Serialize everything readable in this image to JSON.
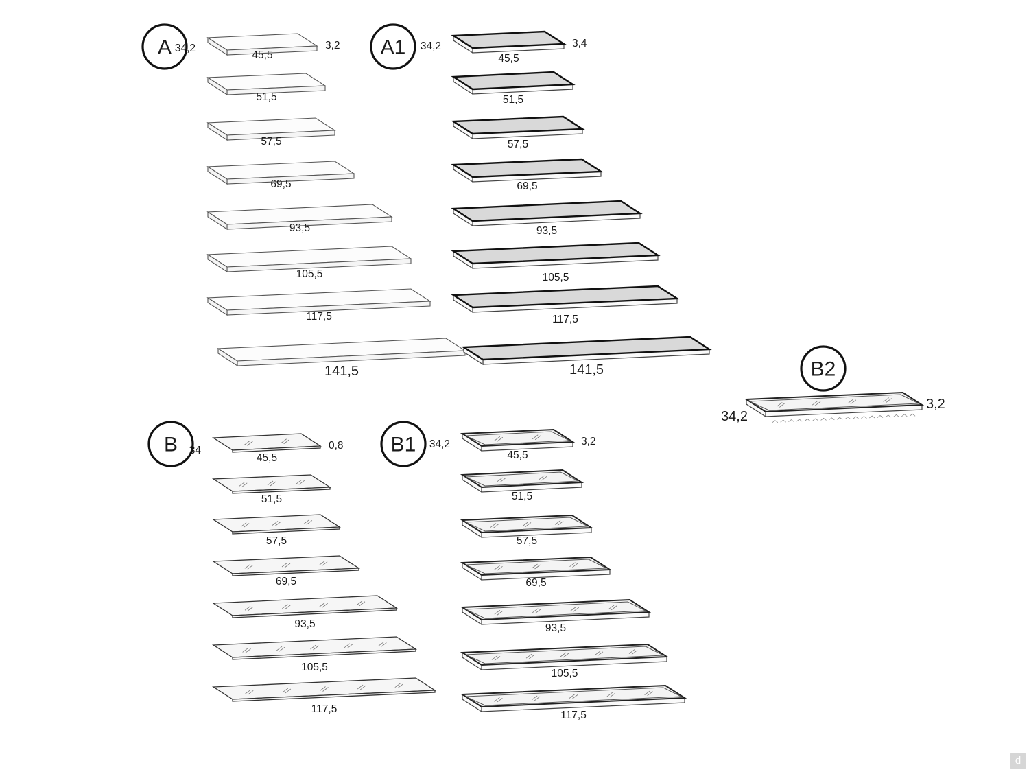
{
  "groups": [
    {
      "id": "A",
      "label": "A",
      "style": "wood",
      "depth_label": "34,2",
      "thickness_label": "3,2",
      "widths": [
        "45,5",
        "51,5",
        "57,5",
        "69,5",
        "93,5",
        "105,5",
        "117,5",
        "141,5"
      ]
    },
    {
      "id": "A1",
      "label": "A1",
      "style": "framed",
      "depth_label": "34,2",
      "thickness_label": "3,4",
      "widths": [
        "45,5",
        "51,5",
        "57,5",
        "69,5",
        "93,5",
        "105,5",
        "117,5",
        "141,5"
      ]
    },
    {
      "id": "B",
      "label": "B",
      "style": "glass",
      "depth_label": "34",
      "thickness_label": "0,8",
      "widths": [
        "45,5",
        "51,5",
        "57,5",
        "69,5",
        "93,5",
        "105,5",
        "117,5"
      ]
    },
    {
      "id": "B1",
      "label": "B1",
      "style": "glass-frame",
      "depth_label": "34,2",
      "thickness_label": "3,2",
      "widths": [
        "45,5",
        "51,5",
        "57,5",
        "69,5",
        "93,5",
        "105,5",
        "117,5"
      ]
    },
    {
      "id": "B2",
      "label": "B2",
      "style": "glass-frame-led",
      "depth_label": "34,2",
      "thickness_label": "3,2",
      "widths": []
    }
  ],
  "watermark": "d"
}
